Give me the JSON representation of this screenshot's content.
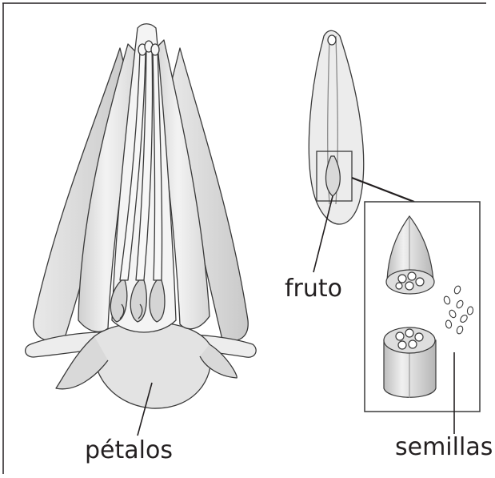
{
  "labels": {
    "petals": "pétalos",
    "fruit": "fruto",
    "seeds": "semillas"
  },
  "colors": {
    "frame": "#231f20",
    "ink": "#3a3a3a",
    "petal_fill": "#e4e4e4",
    "petal_light": "#f2f2f2",
    "shadow": "#bdbdbd",
    "background": "#ffffff"
  }
}
